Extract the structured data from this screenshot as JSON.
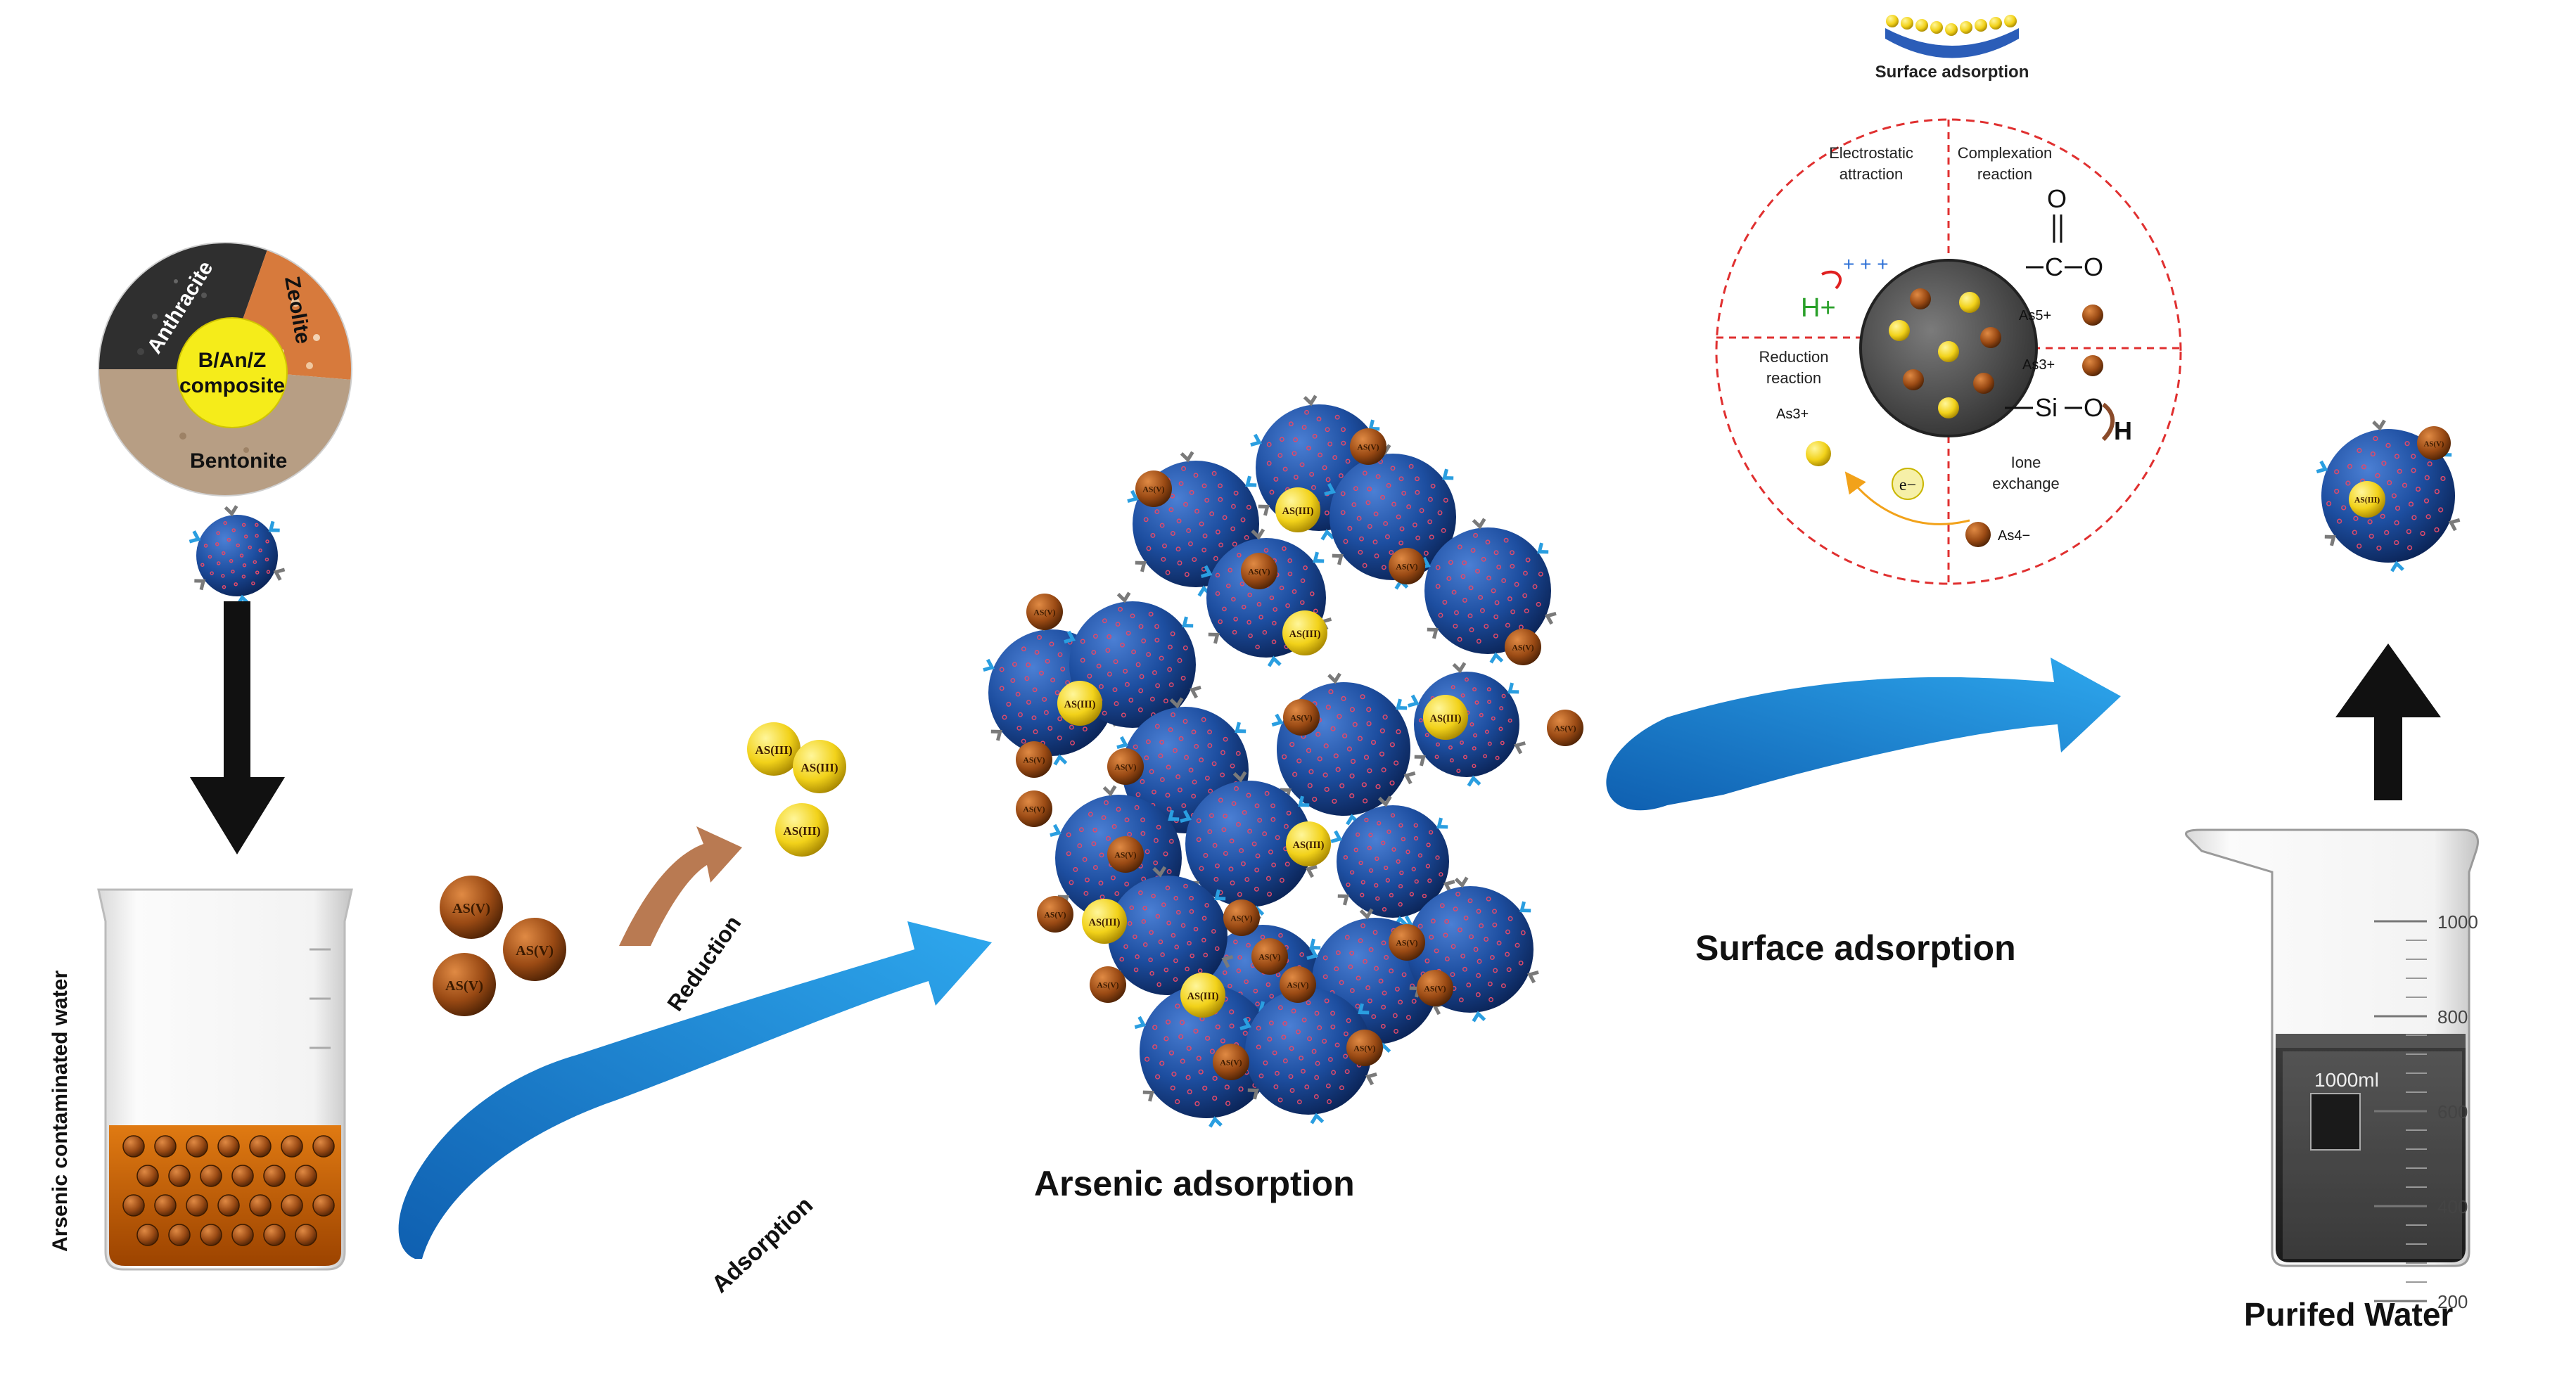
{
  "labels": {
    "anthracite": "Anthracite",
    "zeolite": "Zeolite",
    "bentonite": "Bentonite",
    "composite_line1": "B/An/Z",
    "composite_line2": "composite",
    "contaminated_water": "Arsenic contaminated water",
    "reduction": "Reduction",
    "adsorption": "Adsorption",
    "arsenic_adsorption": "Arsenic adsorption",
    "surface_adsorption": "Surface adsorption",
    "surface_adsorption_small": "Surface adsorption",
    "purified_water": "Purifed Water"
  },
  "species": {
    "as5": "AS(V)",
    "as3": "AS(III)"
  },
  "mechanism": {
    "electrostatic": [
      "Electrostatic",
      "attraction"
    ],
    "complexation": [
      "Complexation",
      "reaction"
    ],
    "reduction": [
      "Reduction",
      "reaction"
    ],
    "ion_exchange": [
      "Ione",
      "exchange"
    ],
    "h_plus": "H+",
    "electron": "e−",
    "as3_ion": "As3+",
    "as5_ion": "As5+",
    "as4_ion": "As4−",
    "carbonyl_O": "O",
    "carbon": "C",
    "hydroxyl_O": "O",
    "silicon": "Si",
    "silanol_O": "O",
    "silanol_H": "H"
  },
  "beaker": {
    "volume_label": "1000ml",
    "ticks": [
      "1000",
      "800",
      "600",
      "400",
      "200"
    ]
  },
  "colors": {
    "sphere_blue": "#1d4ea0",
    "as5_brown": "#9a4a14",
    "as3_yellow": "#f2d21a",
    "arrow_blue": "#1f86d6",
    "contaminated_water": "#c9620a",
    "reduction_arrow": "#b97a52"
  }
}
